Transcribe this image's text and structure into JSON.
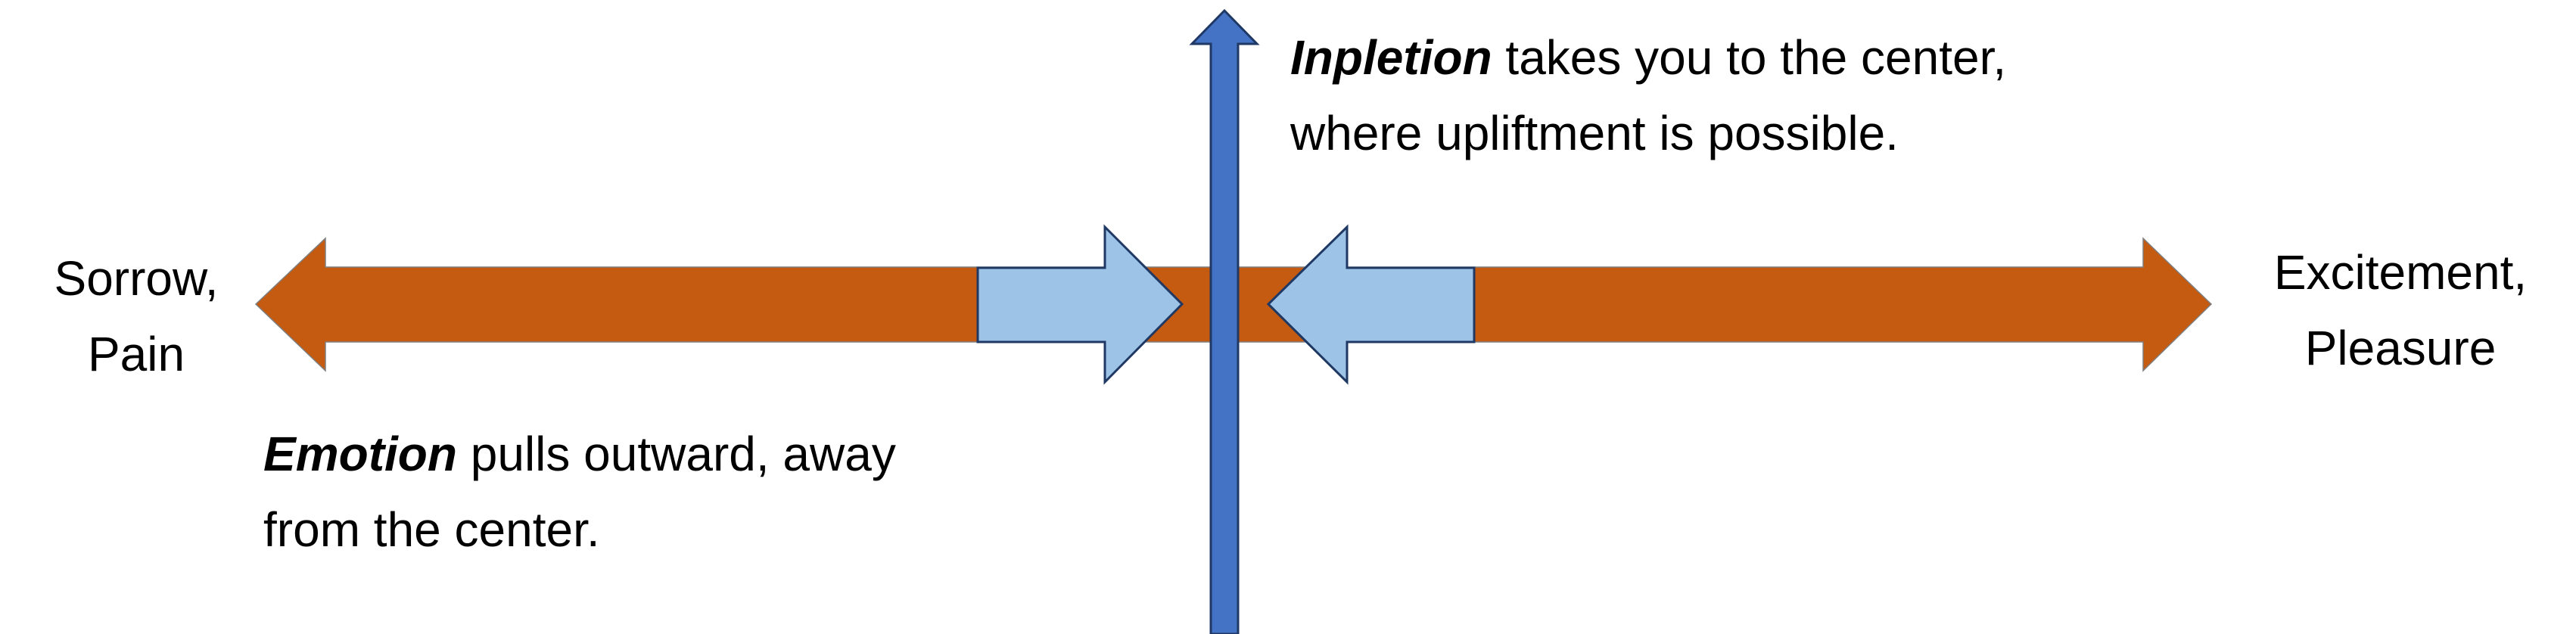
{
  "colors": {
    "background": "#ffffff",
    "emotion_axis": "#c55a11",
    "inward_arrows": "#9dc3e6",
    "inward_arrow_outline": "#1f3864",
    "vertical_arrow": "#4472c4",
    "vertical_arrow_outline": "#1f3864",
    "text": "#000000"
  },
  "labels": {
    "left_end": {
      "line1": "Sorrow,",
      "line2": "Pain"
    },
    "right_end": {
      "line1": "Excitement,",
      "line2": "Pleasure"
    },
    "emotion": {
      "keyword": "Emotion",
      "line1_rest": " pulls outward, away",
      "line2": "from the center."
    },
    "inpletion": {
      "keyword": "Inpletion",
      "line1_rest": " takes you to the center,",
      "line2": "where upliftment is possible."
    }
  },
  "icons": {
    "horizontal_axis": "double-headed-arrow",
    "left_inward": "right-pointing-arrow",
    "right_inward": "left-pointing-arrow",
    "vertical_axis": "up-arrow"
  }
}
